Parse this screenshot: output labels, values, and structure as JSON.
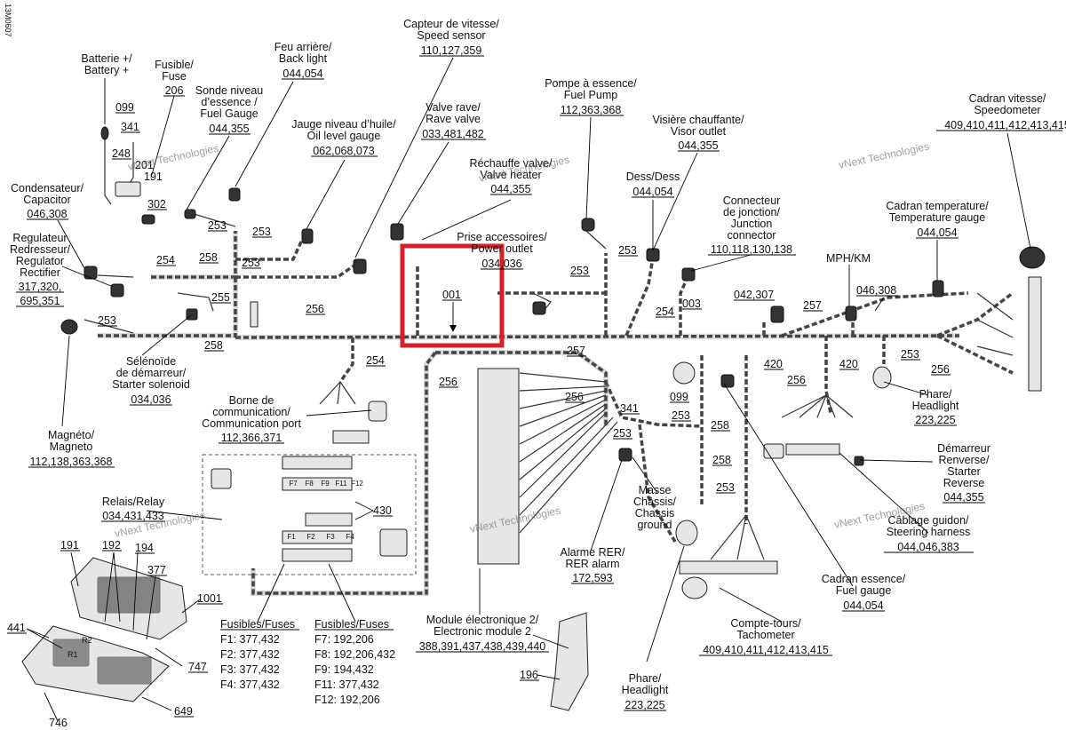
{
  "side_code": "13M0607",
  "watermark": "vNext Technologies",
  "labels": {
    "battery": [
      "Batterie +/",
      "Battery +"
    ],
    "fuse": [
      "Fusible/",
      "Fuse",
      "206"
    ],
    "fuel_gauge_sender": [
      "Sonde niveau",
      "d’essence /",
      "Fuel Gauge",
      "044,355"
    ],
    "back_light": [
      "Feu arrière/",
      "Back light",
      "044,054"
    ],
    "speed_sensor": [
      "Capteur de vitesse/",
      "Speed sensor",
      "110,127,359"
    ],
    "oil_gauge": [
      "Jauge niveau d’huile/",
      "Oil level gauge",
      "062,068,073"
    ],
    "rave_valve": [
      "Valve rave/",
      "Rave valve",
      "033,481,482"
    ],
    "valve_heater": [
      "Réchauffe valve/",
      "Valve heater",
      "044,355"
    ],
    "fuel_pump": [
      "Pompe à essence/",
      "Fuel Pump",
      "112,363,368"
    ],
    "visor_outlet": [
      "Visière chauffante/",
      "Visor outlet",
      "044,355"
    ],
    "speedometer": [
      "Cadran vitesse/",
      "Speedometer",
      "409,410,411,412,413,415"
    ],
    "capacitor": [
      "Condensateur/",
      "Capacitor",
      "046,308"
    ],
    "regulator": [
      "Regulateur",
      "Redresseur/",
      "Regulator",
      "Rectifier",
      "317,320,",
      "695,351"
    ],
    "power_outlet": [
      "Prise accessoires/",
      "Power outlet",
      "034,036"
    ],
    "dess": [
      "Dess/Dess",
      "044,054"
    ],
    "junction": [
      "Connecteur",
      "de jonction/",
      "Junction",
      "connector",
      "110,118,130,138"
    ],
    "temp_gauge": [
      "Cadran temperature/",
      "Temperature gauge",
      "044,054"
    ],
    "mph": [
      "MPH/KM"
    ],
    "starter_solenoid": [
      "Sélénoïde",
      "de démarreur/",
      "Starter solenoid",
      "034,036"
    ],
    "comm_port": [
      "Borne de",
      "communication/",
      "Communication port",
      "112,366,371"
    ],
    "magneto": [
      "Magnéto/",
      "Magneto",
      "112,138,363,368"
    ],
    "headlight_r": [
      "Phare/",
      "Headlight",
      "223,225"
    ],
    "reverse": [
      "Démarreur",
      "Renverse/",
      "Starter",
      "Reverse",
      "044,355"
    ],
    "steering": [
      "Câblage guidon/",
      "Steering harness",
      "044,046,383"
    ],
    "fuel_dial": [
      "Cadran essence/",
      "Fuel gauge",
      "044,054"
    ],
    "tacho": [
      "Compte-tours/",
      "Tachometer",
      "409,410,411,412,413,415"
    ],
    "headlight_b": [
      "Phare/",
      "Headlight",
      "223,225"
    ],
    "ground": [
      "Masse",
      "Châssis/",
      "Chassis",
      "ground"
    ],
    "rer_alarm": [
      "Alarme RER/",
      "RER alarm",
      "172,593"
    ],
    "ecm": [
      "Module électronique 2/",
      "Electronic module 2",
      "388,391,437,438,439,440"
    ],
    "relay": [
      "Relais/Relay",
      "034,431,433"
    ]
  },
  "fuses_left": {
    "title": "Fusibles/Fuses",
    "items": [
      "F1: 377,432",
      "F2: 377,432",
      "F3: 377,432",
      "F4: 377,432"
    ]
  },
  "fuses_right": {
    "title": "Fusibles/Fuses",
    "items": [
      "F7: 192,206",
      "F8: 192,206,432",
      "F9: 194,432",
      "F11: 377,432",
      "F12: 192,206"
    ]
  },
  "fuse_block_letters": [
    "F7",
    "F8",
    "F9",
    "F11",
    "F12",
    "F1",
    "F2",
    "F3",
    "F4"
  ],
  "callouts": {
    "c099": "099",
    "c341": "341",
    "c248": "248",
    "c191a": "191",
    "c191b": "191",
    "c302": "302",
    "c253": "253",
    "c254": "254",
    "c258": "258",
    "c255": "255",
    "c256": "256",
    "c001": "001",
    "c003": "003",
    "c257": "257",
    "c420": "420",
    "c430": "430",
    "c1001": "1001",
    "c192": "192",
    "c194": "194",
    "c377": "377",
    "c441": "441",
    "c746": "746",
    "c747": "747",
    "c649": "649",
    "c196": "196",
    "c042": "042,307",
    "c046": "046,308",
    "c201": "201",
    "cR1": "R1",
    "cR2": "R2"
  }
}
